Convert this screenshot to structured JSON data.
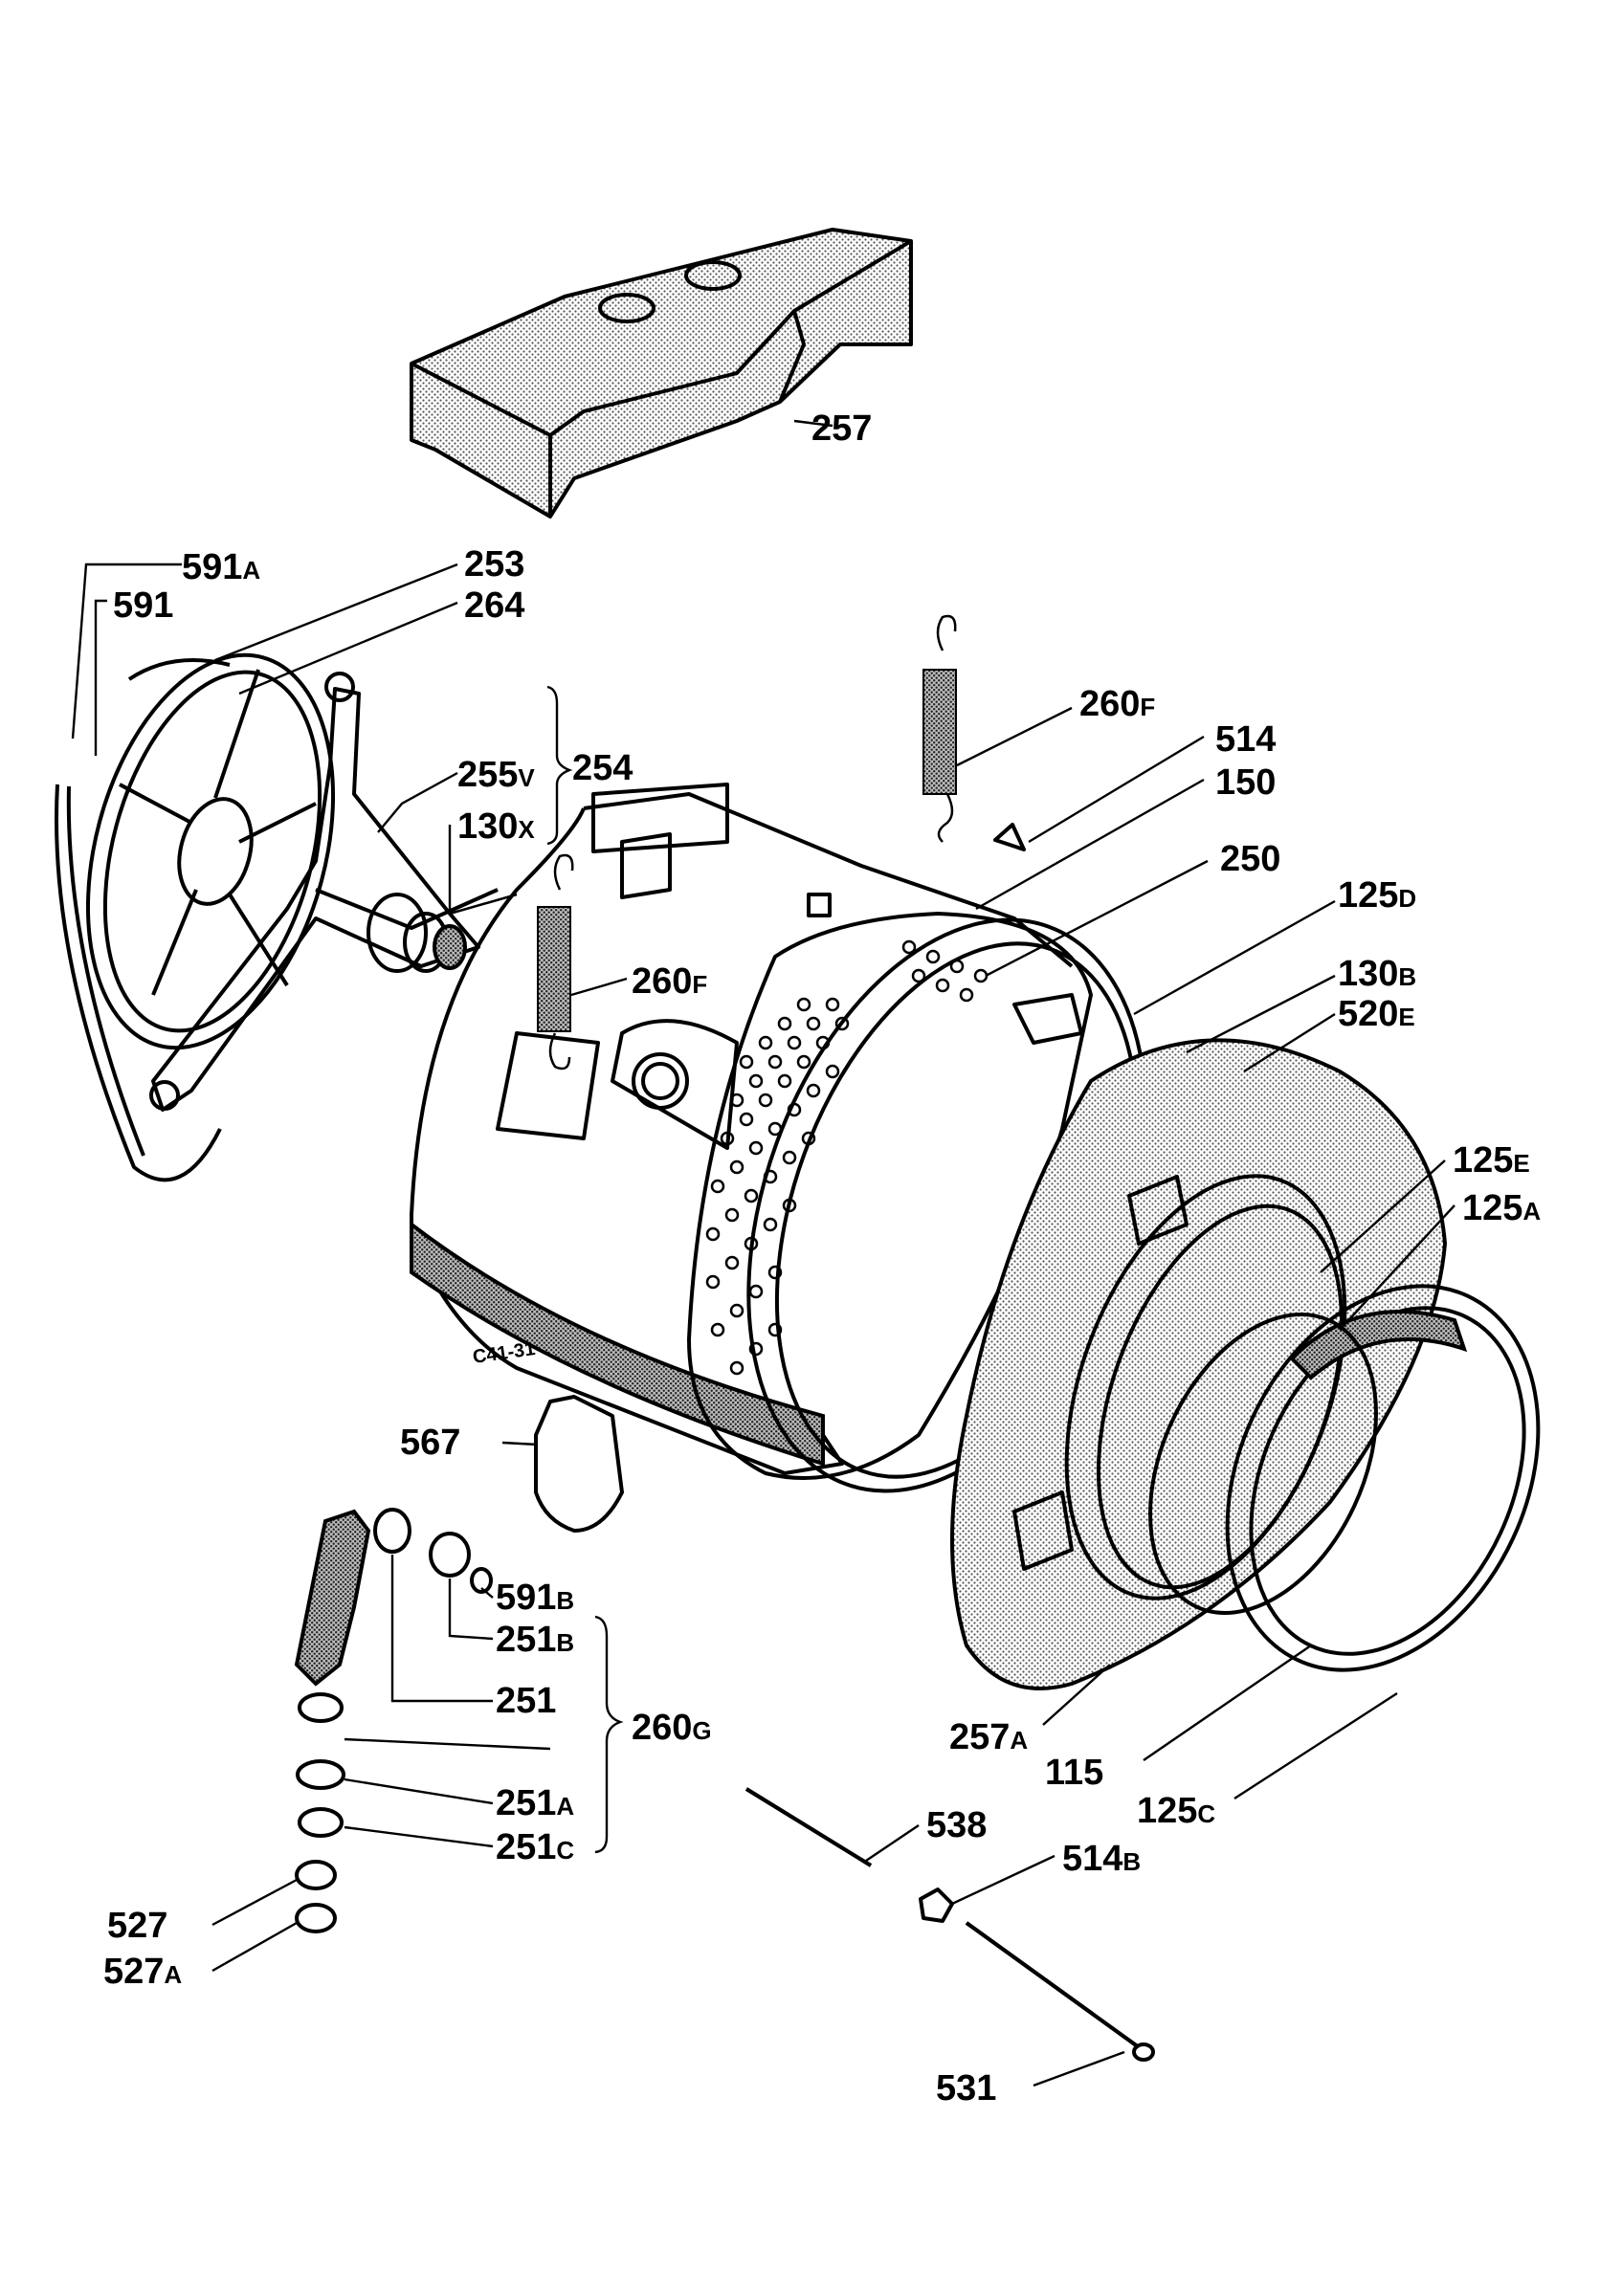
{
  "callouts": [
    {
      "id": "c257",
      "number": "257",
      "suffix": ""
    },
    {
      "id": "c591a",
      "number": "591",
      "suffix": "A"
    },
    {
      "id": "c591",
      "number": "591",
      "suffix": ""
    },
    {
      "id": "c253",
      "number": "253",
      "suffix": ""
    },
    {
      "id": "c264",
      "number": "264",
      "suffix": ""
    },
    {
      "id": "c254",
      "number": "254",
      "suffix": ""
    },
    {
      "id": "c255v",
      "number": "255",
      "suffix": "V"
    },
    {
      "id": "c130x",
      "number": "130",
      "suffix": "X"
    },
    {
      "id": "c260f_top",
      "number": "260",
      "suffix": "F"
    },
    {
      "id": "c514",
      "number": "514",
      "suffix": ""
    },
    {
      "id": "c150",
      "number": "150",
      "suffix": ""
    },
    {
      "id": "c250",
      "number": "250",
      "suffix": ""
    },
    {
      "id": "c260f_mid",
      "number": "260",
      "suffix": "F"
    },
    {
      "id": "c125d",
      "number": "125",
      "suffix": "D"
    },
    {
      "id": "c130b",
      "number": "130",
      "suffix": "B"
    },
    {
      "id": "c520e",
      "number": "520",
      "suffix": "E"
    },
    {
      "id": "c125e",
      "number": "125",
      "suffix": "E"
    },
    {
      "id": "c125a",
      "number": "125",
      "suffix": "A"
    },
    {
      "id": "c567",
      "number": "567",
      "suffix": ""
    },
    {
      "id": "c591b",
      "number": "591",
      "suffix": "B"
    },
    {
      "id": "c251b",
      "number": "251",
      "suffix": "B"
    },
    {
      "id": "c251",
      "number": "251",
      "suffix": ""
    },
    {
      "id": "c260g",
      "number": "260",
      "suffix": "G"
    },
    {
      "id": "c251a",
      "number": "251",
      "suffix": "A"
    },
    {
      "id": "c251c",
      "number": "251",
      "suffix": "C"
    },
    {
      "id": "c527",
      "number": "527",
      "suffix": ""
    },
    {
      "id": "c527a",
      "number": "527",
      "suffix": "A"
    },
    {
      "id": "c257a",
      "number": "257",
      "suffix": "A"
    },
    {
      "id": "c115",
      "number": "115",
      "suffix": ""
    },
    {
      "id": "c125c",
      "number": "125",
      "suffix": "C"
    },
    {
      "id": "c538",
      "number": "538",
      "suffix": ""
    },
    {
      "id": "c514b",
      "number": "514",
      "suffix": "B"
    },
    {
      "id": "c531",
      "number": "531",
      "suffix": ""
    }
  ],
  "stamp": "C41-31"
}
